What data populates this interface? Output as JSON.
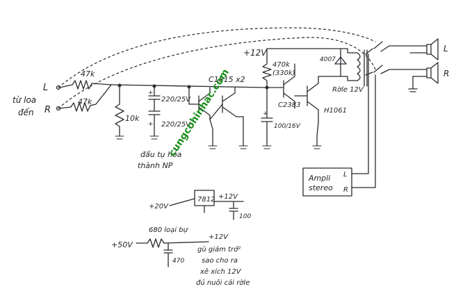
{
  "labels": {
    "input_side": [
      "từ loa",
      "đến"
    ],
    "L": "L",
    "R": "R",
    "r_in_L": "47k",
    "r_in_R": "47k",
    "r_10k": "10k",
    "cap_220_a": "220/25V",
    "cap_220_b": "220/25V",
    "cap_note": [
      "đấu tụ hóa",
      "thành NP"
    ],
    "transistors": "C1815 x2",
    "supply": "+12V",
    "r_470k": "470k",
    "r_330k": "(330k)",
    "diode": "4007",
    "relay": "Rờle 12V",
    "driver": "C2383",
    "darlington": "H1061",
    "cap_100": "100/16V",
    "amp": [
      "Ampli",
      "stereo"
    ],
    "amp_L": "L",
    "amp_R": "R",
    "spk_L": "L",
    "spk_R": "R",
    "reg_in": "+20V",
    "reg_chip": "7812",
    "reg_out": "+12V",
    "reg_cap": "100",
    "alt_in": "+50V",
    "alt_r": "680 loại bự",
    "alt_out": "+12V",
    "alt_cap": "470",
    "alt_note": [
      "gù giảm trở²",
      "sao cho ra",
      "xê xích 12V",
      "đủ nuôi cái rờle"
    ]
  },
  "watermark": {
    "text": "cungcohinhac.com",
    "color": "#1a8f1a"
  }
}
